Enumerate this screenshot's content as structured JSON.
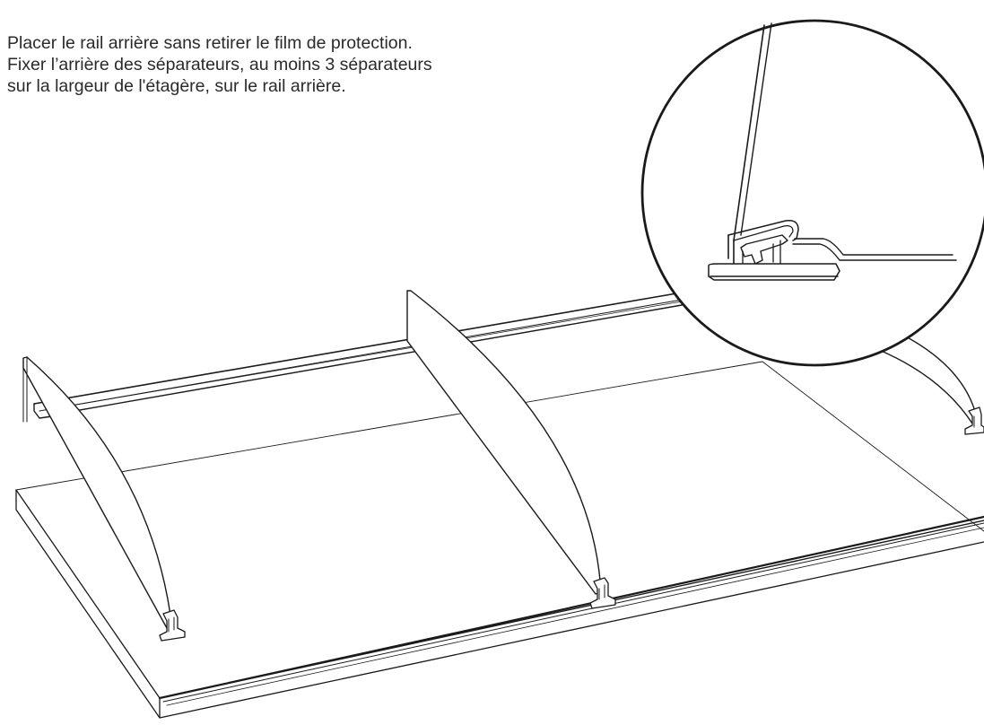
{
  "instructions": {
    "lines": [
      "Placer le rail arrière sans retirer le film de protection.",
      "Fixer l’arrière des séparateurs, au moins 3 séparateurs",
      "sur la largeur de l'étagère, sur le rail arrière."
    ]
  },
  "colors": {
    "line": "#1a1a1a",
    "text": "#2a2a2a",
    "fill": "#ffffff"
  }
}
